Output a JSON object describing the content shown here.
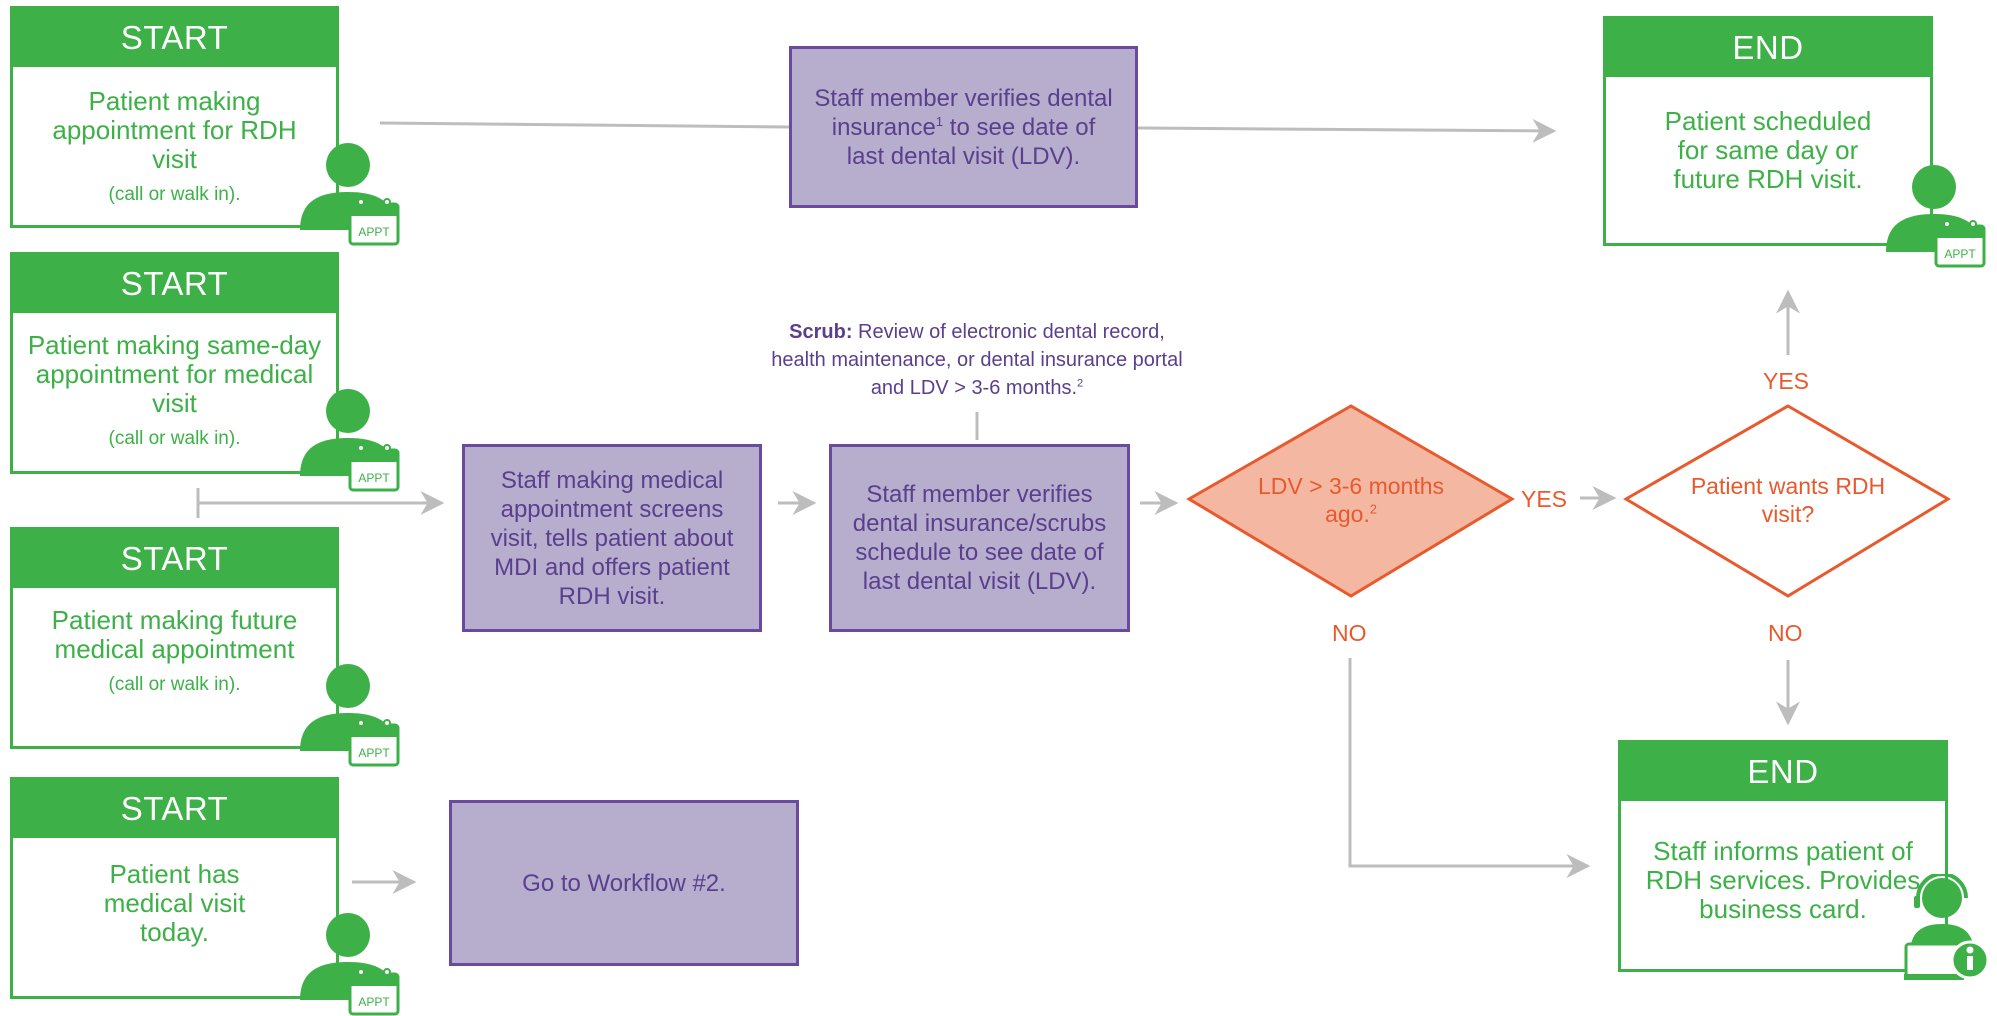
{
  "colors": {
    "green": "#3db048",
    "purple_fill": "#b6aecc",
    "purple_border": "#6a4a9d",
    "purple_text": "#5a3f8e",
    "orange": "#e85a2d",
    "diamond_fill": "#f4b7a2",
    "arrow": "#bdbdbd"
  },
  "starts": [
    {
      "header": "START",
      "text": "Patient making appointment for RDH visit",
      "note": "(call or walk in)."
    },
    {
      "header": "START",
      "text": "Patient making same-day appointment for medical visit",
      "note": "(call or walk in)."
    },
    {
      "header": "START",
      "text": "Patient making future medical appointment",
      "note": "(call or walk in)."
    },
    {
      "header": "START",
      "text": "Patient has medical visit today.",
      "note": ""
    }
  ],
  "ends": [
    {
      "header": "END",
      "text": "Patient scheduled for same day or future RDH visit."
    },
    {
      "header": "END",
      "text": "Staff informs patient of RDH services. Provides business card."
    }
  ],
  "process": {
    "verify_top_a": "Staff member verifies dental insurance",
    "verify_top_sup": "1",
    "verify_top_b": " to see date of last dental visit (LDV).",
    "screens": "Staff making medical appointment screens visit, tells patient about MDI and offers patient RDH visit.",
    "verify_mid": "Staff member verifies dental insurance/scrubs schedule to see date of last dental visit (LDV).",
    "workflow2": "Go to Workflow #2."
  },
  "scrub": {
    "bold": "Scrub:",
    "text": " Review of electronic dental record, health maintenance, or dental insurance portal and LDV > 3-6 months.",
    "sup": "2"
  },
  "decisions": {
    "ldv_text": "LDV > 3-6 months ago.",
    "ldv_sup": "2",
    "wants": "Patient wants RDH visit?"
  },
  "labels": {
    "yes1": "YES",
    "yes2": "YES",
    "no1": "NO",
    "no2": "NO"
  },
  "icons": {
    "appt_label": "APPT",
    "person": "person-calendar-icon",
    "agent": "support-agent-icon",
    "info": "info-icon"
  }
}
